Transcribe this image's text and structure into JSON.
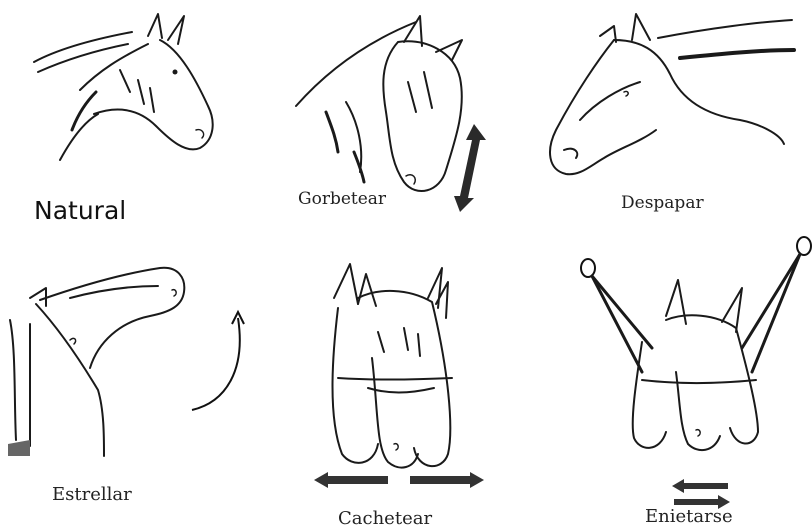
{
  "figure": {
    "panels": [
      {
        "id": "natural",
        "label": "Natural",
        "icon": "horse-head-relaxed-icon"
      },
      {
        "id": "gorbetear",
        "label": "Gorbetear",
        "icon": "horse-head-tucked-icon"
      },
      {
        "id": "despapar",
        "label": "Despapar",
        "icon": "horse-head-extended-icon"
      },
      {
        "id": "estrellar",
        "label": "Estrellar",
        "icon": "horse-head-raised-icon"
      },
      {
        "id": "cachetear",
        "label": "Cachetear",
        "icon": "horse-head-front-swing-icon"
      },
      {
        "id": "enietarse",
        "label": "Enietarse",
        "icon": "horse-head-front-tied-icon"
      }
    ],
    "colors": {
      "ink": "#1a1a1a",
      "background": "#ffffff"
    }
  }
}
